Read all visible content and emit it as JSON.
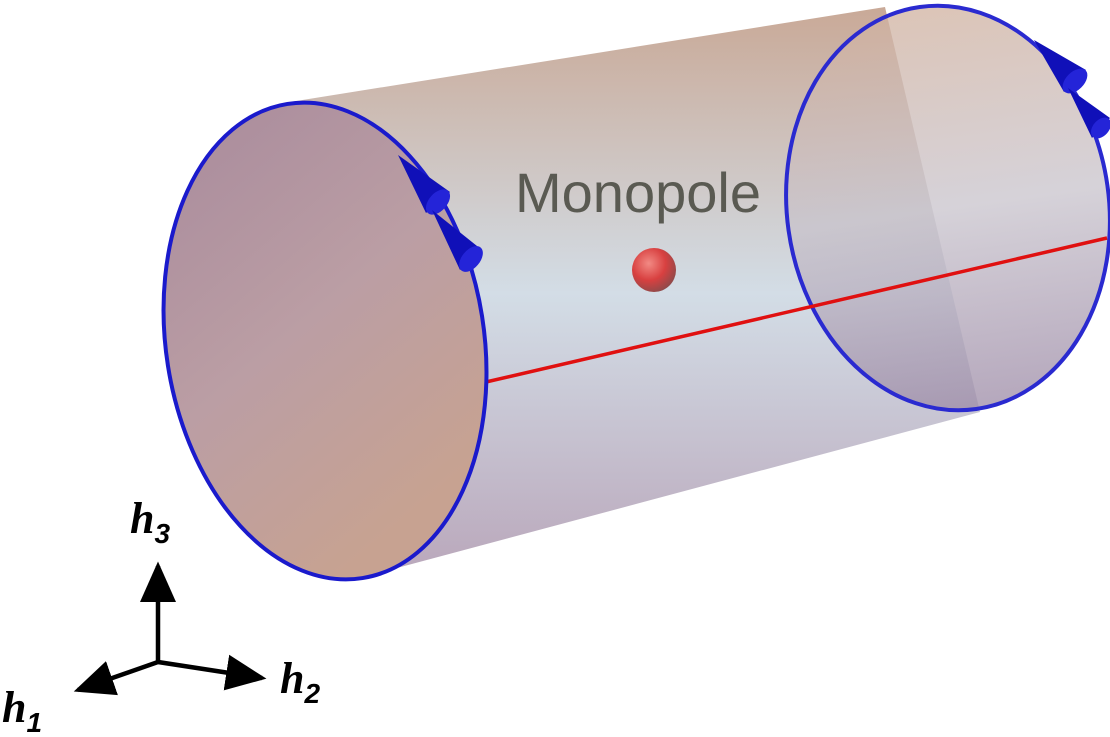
{
  "diagram": {
    "monopole_label": "Monopole",
    "axes": {
      "h1": {
        "symbol": "h",
        "subscript": "1"
      },
      "h2": {
        "symbol": "h",
        "subscript": "2"
      },
      "h3": {
        "symbol": "h",
        "subscript": "3"
      }
    },
    "colors": {
      "rim": "#1a1acc",
      "arrow": "#1010b8",
      "string_line": "#e01010",
      "monopole": "#d84040",
      "axes": "#000000"
    }
  }
}
